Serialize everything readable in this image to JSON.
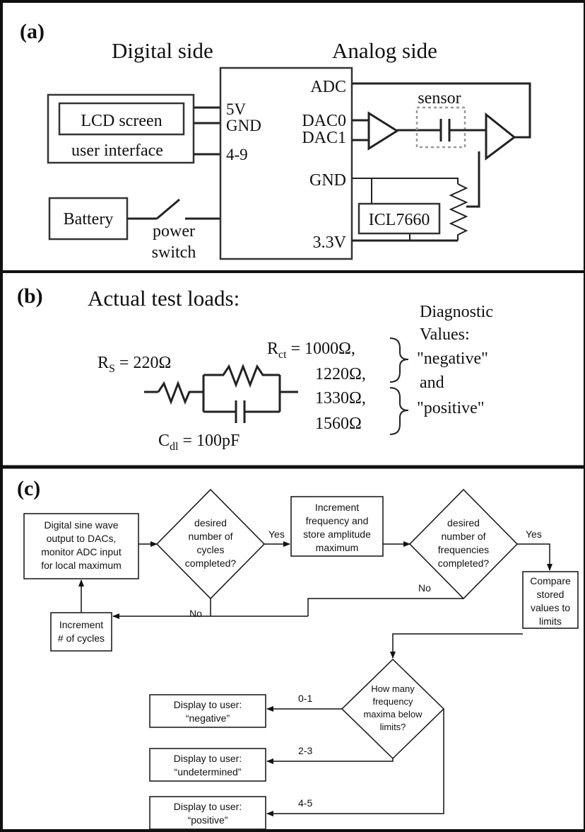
{
  "panel_a": {
    "label": "(a)",
    "digital_title": "Digital side",
    "analog_title": "Analog side",
    "lcd_screen": "LCD screen",
    "user_interface": "user interface",
    "battery": "Battery",
    "power_switch_line1": "power",
    "power_switch_line2": "switch",
    "pin_5v": "5V",
    "pin_gnd_left": "GND",
    "pin_4_9": "4-9",
    "pin_adc": "ADC",
    "pin_dac0": "DAC0",
    "pin_dac1": "DAC1",
    "pin_gnd_right": "GND",
    "pin_3v3": "3.3V",
    "sensor": "sensor",
    "icl7660": "ICL7660"
  },
  "panel_b": {
    "label": "(b)",
    "title": "Actual test loads:",
    "rs_label": "R",
    "rs_sub": "S",
    "rs_value": " = 220Ω",
    "rct_label": "R",
    "rct_sub": "ct",
    "rct_value": " = 1000Ω,",
    "rct_v2": "1220Ω,",
    "rct_v3": "1330Ω,",
    "rct_v4": "1560Ω",
    "cdl_label": "C",
    "cdl_sub": "dl",
    "cdl_value": " = 100pF",
    "diag_1": "Diagnostic",
    "diag_2": "Values:",
    "diag_3": "\"negative\"",
    "diag_4": "and",
    "diag_5": "\"positive\""
  },
  "panel_c": {
    "label": "(c)",
    "start_1": "Digital sine wave",
    "start_2": "output to DACs,",
    "start_3": "monitor ADC input",
    "start_4": "for local maximum",
    "cycles_1": "desired",
    "cycles_2": "number of",
    "cycles_3": "cycles",
    "cycles_4": "completed?",
    "yes1": "Yes",
    "incf_1": "Increment",
    "incf_2": "frequency and",
    "incf_3": "store amplitude",
    "incf_4": "maximum",
    "freq_1": "desired",
    "freq_2": "number of",
    "freq_3": "frequencies",
    "freq_4": "completed?",
    "yes2": "Yes",
    "no1": "No",
    "no2": "No",
    "cmp_1": "Compare",
    "cmp_2": "stored",
    "cmp_3": "values to",
    "cmp_4": "limits",
    "incc_1": "Increment",
    "incc_2": "# of cycles",
    "howmany_1": "How many",
    "howmany_2": "frequency",
    "howmany_3": "maxima below",
    "howmany_4": "limits?",
    "r01": "0-1",
    "r23": "2-3",
    "r45": "4-5",
    "disp_neg_1": "Display to user:",
    "disp_neg_2": "“negative”",
    "disp_und_1": "Display to user:",
    "disp_und_2": "“undetermined”",
    "disp_pos_1": "Display to user:",
    "disp_pos_2": "“positive”"
  }
}
